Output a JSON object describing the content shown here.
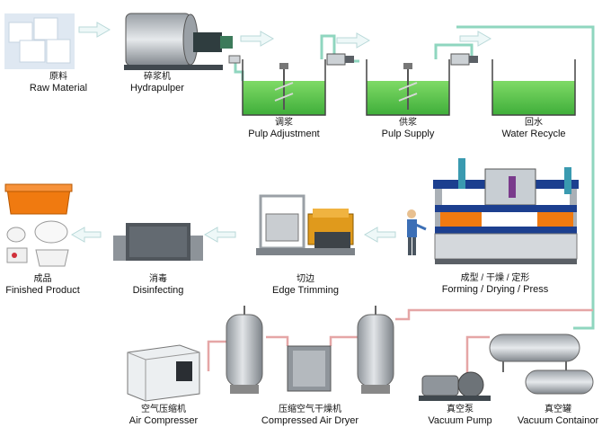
{
  "steps": {
    "raw_material": {
      "zh": "原料",
      "en": "Raw Material"
    },
    "hydrapulper": {
      "zh": "碎浆机",
      "en": "Hydrapulper"
    },
    "pulp_adjustment": {
      "zh": "调浆",
      "en": "Pulp Adjustment"
    },
    "pulp_supply": {
      "zh": "供浆",
      "en": "Pulp Supply"
    },
    "water_recycle": {
      "zh": "回水",
      "en": "Water Recycle"
    },
    "finished_product": {
      "zh": "成品",
      "en": "Finished Product"
    },
    "disinfecting": {
      "zh": "消毒",
      "en": "Disinfecting"
    },
    "edge_trimming": {
      "zh": "切边",
      "en": "Edge Trimming"
    },
    "forming": {
      "zh": "成型 / 干燥 / 定形",
      "en": "Forming / Drying / Press"
    },
    "air_compressor": {
      "zh": "空气压缩机",
      "en": "Air Compresser"
    },
    "air_dryer": {
      "zh": "压缩空气干燥机",
      "en": "Compressed Air Dryer"
    },
    "vacuum_pump": {
      "zh": "真空泵",
      "en": "Vacuum Pump"
    },
    "vacuum_container": {
      "zh": "真空罐",
      "en": "Vacuum Containor"
    }
  },
  "colors": {
    "water": "#5cc84a",
    "pipe": "#7fd0b6",
    "air_pipe": "#e7a0a0",
    "arrow": "#cfe5e5",
    "machine_blue": "#1c3f8f",
    "machine_orange": "#f07a10"
  }
}
